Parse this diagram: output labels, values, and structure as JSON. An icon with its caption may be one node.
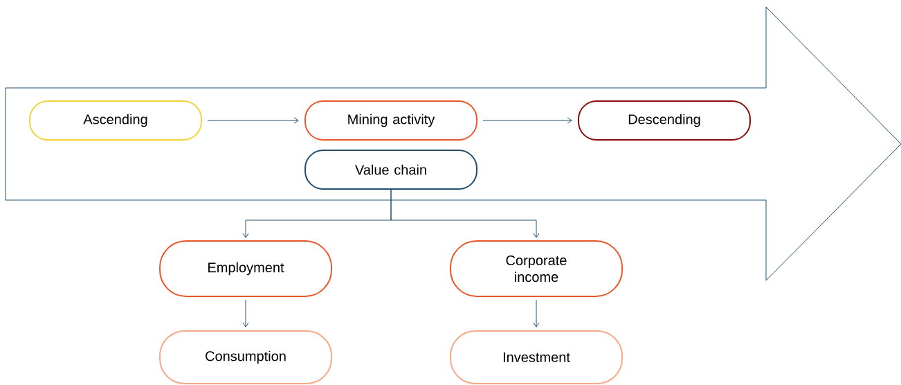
{
  "diagram": {
    "nodes": [
      {
        "text": [],
        "shape": "arrow"
      },
      {
        "text": [
          "Ascending"
        ],
        "in": 0
      },
      {
        "text": [
          "Mining activity"
        ],
        "in": 0
      },
      {
        "text": [
          "Descending"
        ],
        "in": 0
      },
      {
        "text": [
          "Value chain"
        ],
        "in": 0
      },
      {
        "text": [
          "Employment"
        ]
      },
      {
        "text": [
          "Corporate income"
        ]
      },
      {
        "text": [
          "Consumption"
        ]
      },
      {
        "text": [
          "Investment"
        ]
      }
    ],
    "edges": [
      {
        "from": 1,
        "to": 2,
        "arrow": "to"
      },
      {
        "from": 2,
        "to": 3,
        "arrow": "to"
      },
      {
        "from": 4,
        "to": 5,
        "arrow": "to"
      },
      {
        "from": 4,
        "to": 6,
        "arrow": "to"
      },
      {
        "from": 5,
        "to": 7,
        "arrow": "to"
      },
      {
        "from": 6,
        "to": 8,
        "arrow": "to"
      }
    ]
  }
}
